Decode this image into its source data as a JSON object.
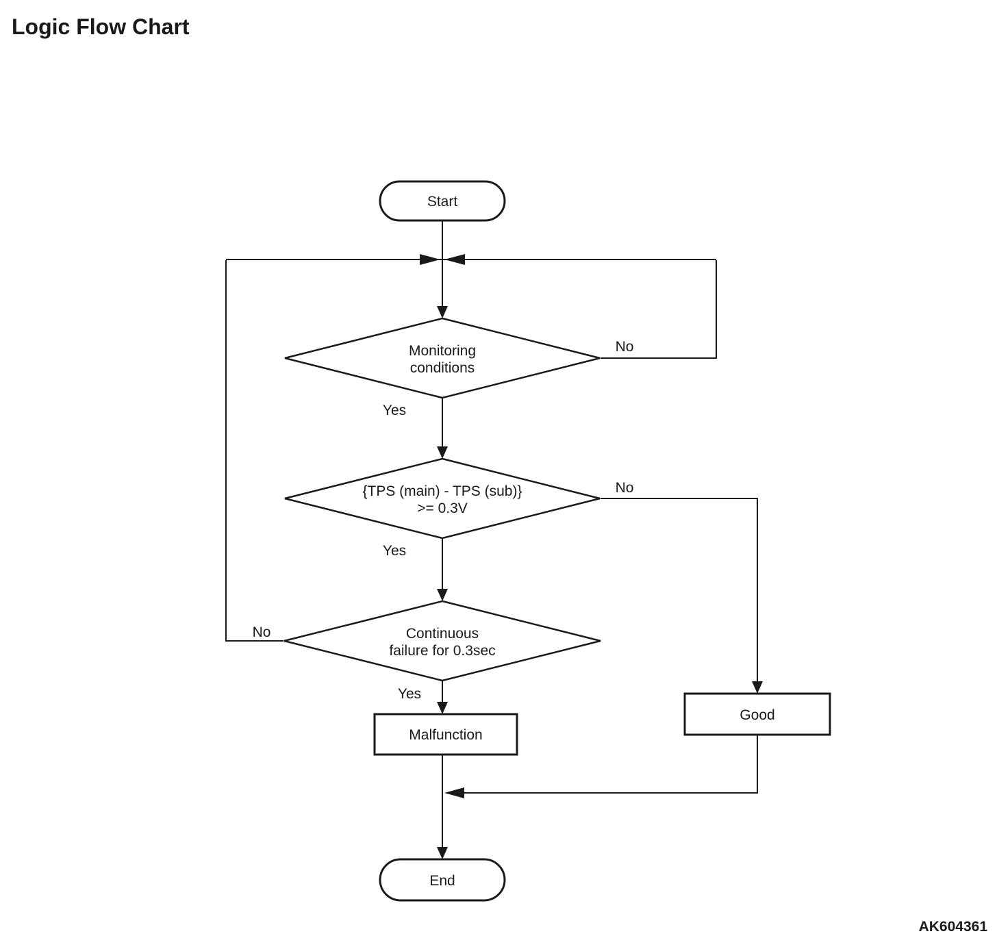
{
  "page": {
    "title": "Logic Flow Chart",
    "figure_code": "AK604361"
  },
  "flowchart": {
    "colors": {
      "line": "#1a1a1a",
      "background": "#ffffff",
      "text": "#1a1a1a"
    },
    "nodes": {
      "start": {
        "type": "terminator",
        "label": "Start"
      },
      "monitoring": {
        "type": "decision",
        "lines": [
          "Monitoring",
          "conditions"
        ]
      },
      "tps": {
        "type": "decision",
        "lines": [
          "{TPS (main) - TPS (sub)}",
          ">= 0.3V"
        ]
      },
      "continuous": {
        "type": "decision",
        "lines": [
          "Continuous",
          "failure for 0.3sec"
        ]
      },
      "malfunction": {
        "type": "process",
        "label": "Malfunction"
      },
      "good": {
        "type": "process",
        "label": "Good"
      },
      "end": {
        "type": "terminator",
        "label": "End"
      }
    },
    "edges": {
      "monitoring_yes": {
        "label": "Yes"
      },
      "monitoring_no": {
        "label": "No"
      },
      "tps_yes": {
        "label": "Yes"
      },
      "tps_no": {
        "label": "No"
      },
      "continuous_yes": {
        "label": "Yes"
      },
      "continuous_no": {
        "label": "No"
      }
    }
  }
}
